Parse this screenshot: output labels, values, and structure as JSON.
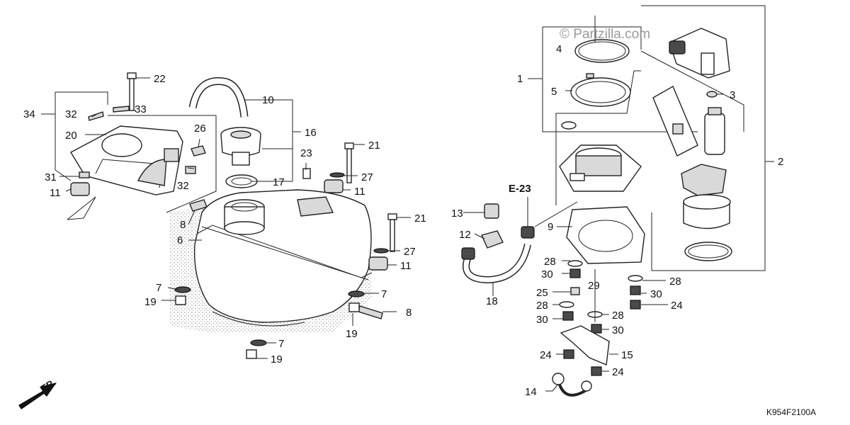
{
  "watermark": "© Partzilla.com",
  "diagram_code": "K954F2100A",
  "direction_label": "FR.",
  "reference_label": "E-23",
  "callouts": {
    "c1": "1",
    "c2": "2",
    "c3": "3",
    "c4": "4",
    "c5": "5",
    "c6": "6",
    "c7a": "7",
    "c7b": "7",
    "c7c": "7",
    "c8a": "8",
    "c8b": "8",
    "c9": "9",
    "c10": "10",
    "c11a": "11",
    "c11b": "11",
    "c11c": "11",
    "c12": "12",
    "c13": "13",
    "c14": "14",
    "c15": "15",
    "c16": "16",
    "c17": "17",
    "c18": "18",
    "c19a": "19",
    "c19b": "19",
    "c19c": "19",
    "c20": "20",
    "c21a": "21",
    "c21b": "21",
    "c22": "22",
    "c23": "23",
    "c24a": "24",
    "c24b": "24",
    "c24c": "24",
    "c25": "25",
    "c26": "26",
    "c27a": "27",
    "c27b": "27",
    "c28a": "28",
    "c28b": "28",
    "c28c": "28",
    "c28d": "28",
    "c29": "29",
    "c30a": "30",
    "c30b": "30",
    "c30c": "30",
    "c30d": "30",
    "c31": "31",
    "c32a": "32",
    "c32b": "32",
    "c33": "33",
    "c34": "34"
  }
}
